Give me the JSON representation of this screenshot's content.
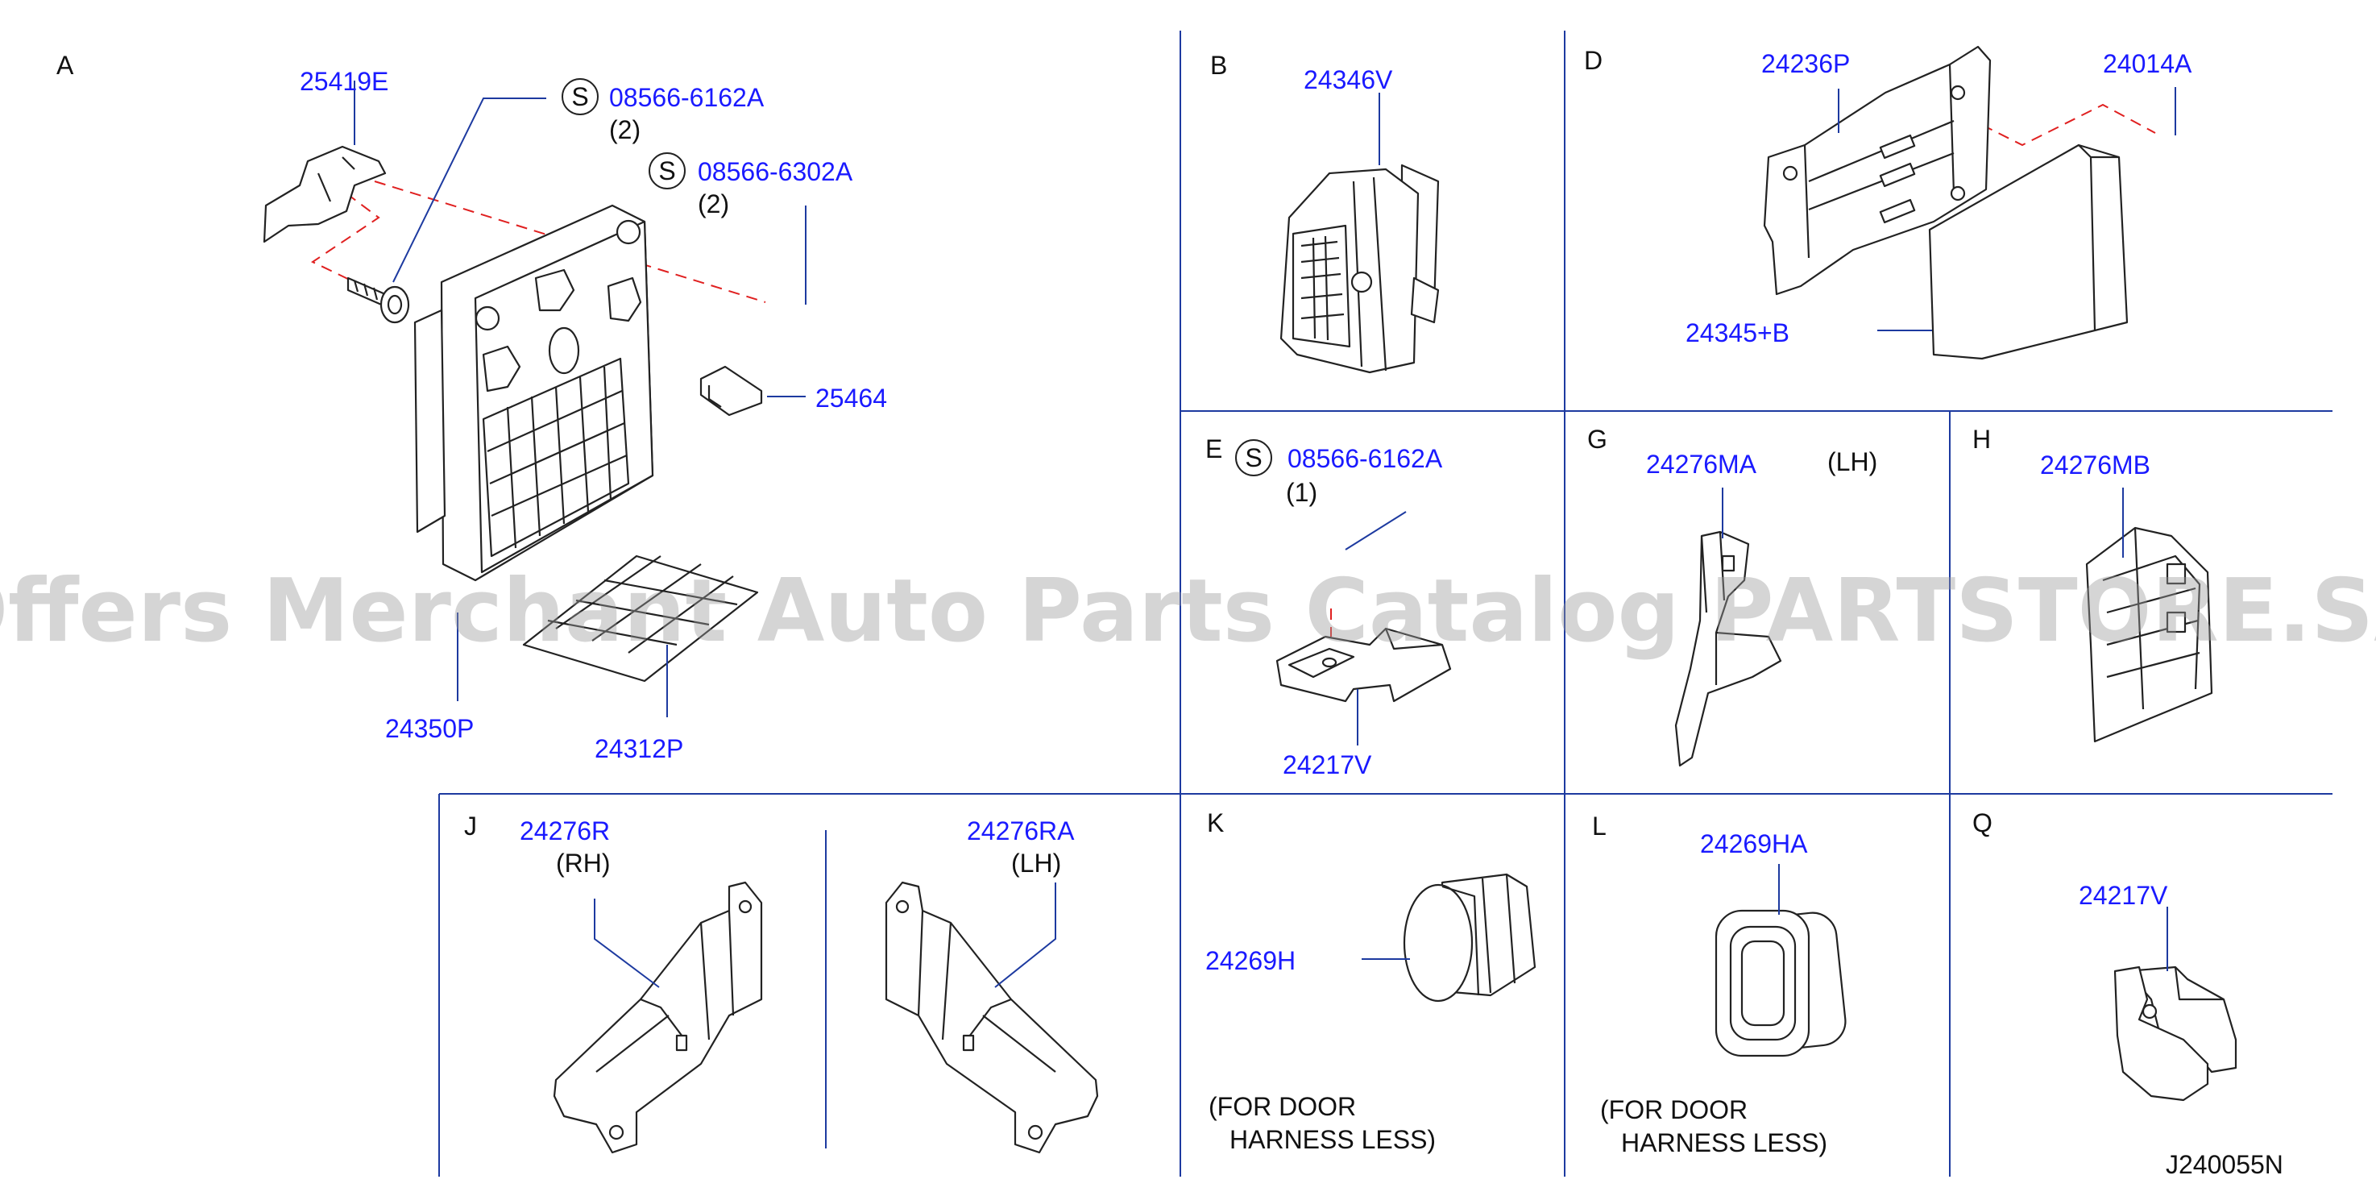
{
  "sections": {
    "A": {
      "letter": "A",
      "labels": {
        "clip": "25419E",
        "screw1": "08566-6162A",
        "screw1_qty": "(2)",
        "screw2": "08566-6302A",
        "screw2_qty": "(2)",
        "fuse": "25464",
        "box": "24350P",
        "cover": "24312P"
      },
      "screw_symbol": "S"
    },
    "B": {
      "letter": "B",
      "labels": {
        "connector": "24346V"
      }
    },
    "D": {
      "letter": "D",
      "labels": {
        "bracket": "24236P",
        "unit": "24014A",
        "cover": "24345+B"
      }
    },
    "E": {
      "letter": "E",
      "labels": {
        "screw": "08566-6162A",
        "screw_qty": "(1)",
        "clip": "24217V"
      },
      "screw_symbol": "S"
    },
    "G": {
      "letter": "G",
      "labels": {
        "bracket": "24276MA",
        "side": "(LH)"
      }
    },
    "H": {
      "letter": "H",
      "labels": {
        "bracket": "24276MB"
      }
    },
    "J": {
      "letter": "J",
      "labels": {
        "rh_part": "24276R",
        "rh_side": "(RH)",
        "lh_part": "24276RA",
        "lh_side": "(LH)"
      }
    },
    "K": {
      "letter": "K",
      "labels": {
        "grommet": "24269H"
      },
      "note_line1": "(FOR  DOOR",
      "note_line2": "HARNESS  LESS)"
    },
    "L": {
      "letter": "L",
      "labels": {
        "grommet": "24269HA"
      },
      "note_line1": "(FOR  DOOR",
      "note_line2": "HARNESS  LESS)"
    },
    "Q": {
      "letter": "Q",
      "labels": {
        "clip": "24217V"
      }
    }
  },
  "drawing_code": "J240055N",
  "watermark": "Offers Merchant Auto Parts Catalog PARTSTORE.SA",
  "colors": {
    "label": "#1a1aff",
    "leader": "#1d3aa0",
    "dashed_guide": "#e02020",
    "watermark": "#9a9a9a"
  }
}
